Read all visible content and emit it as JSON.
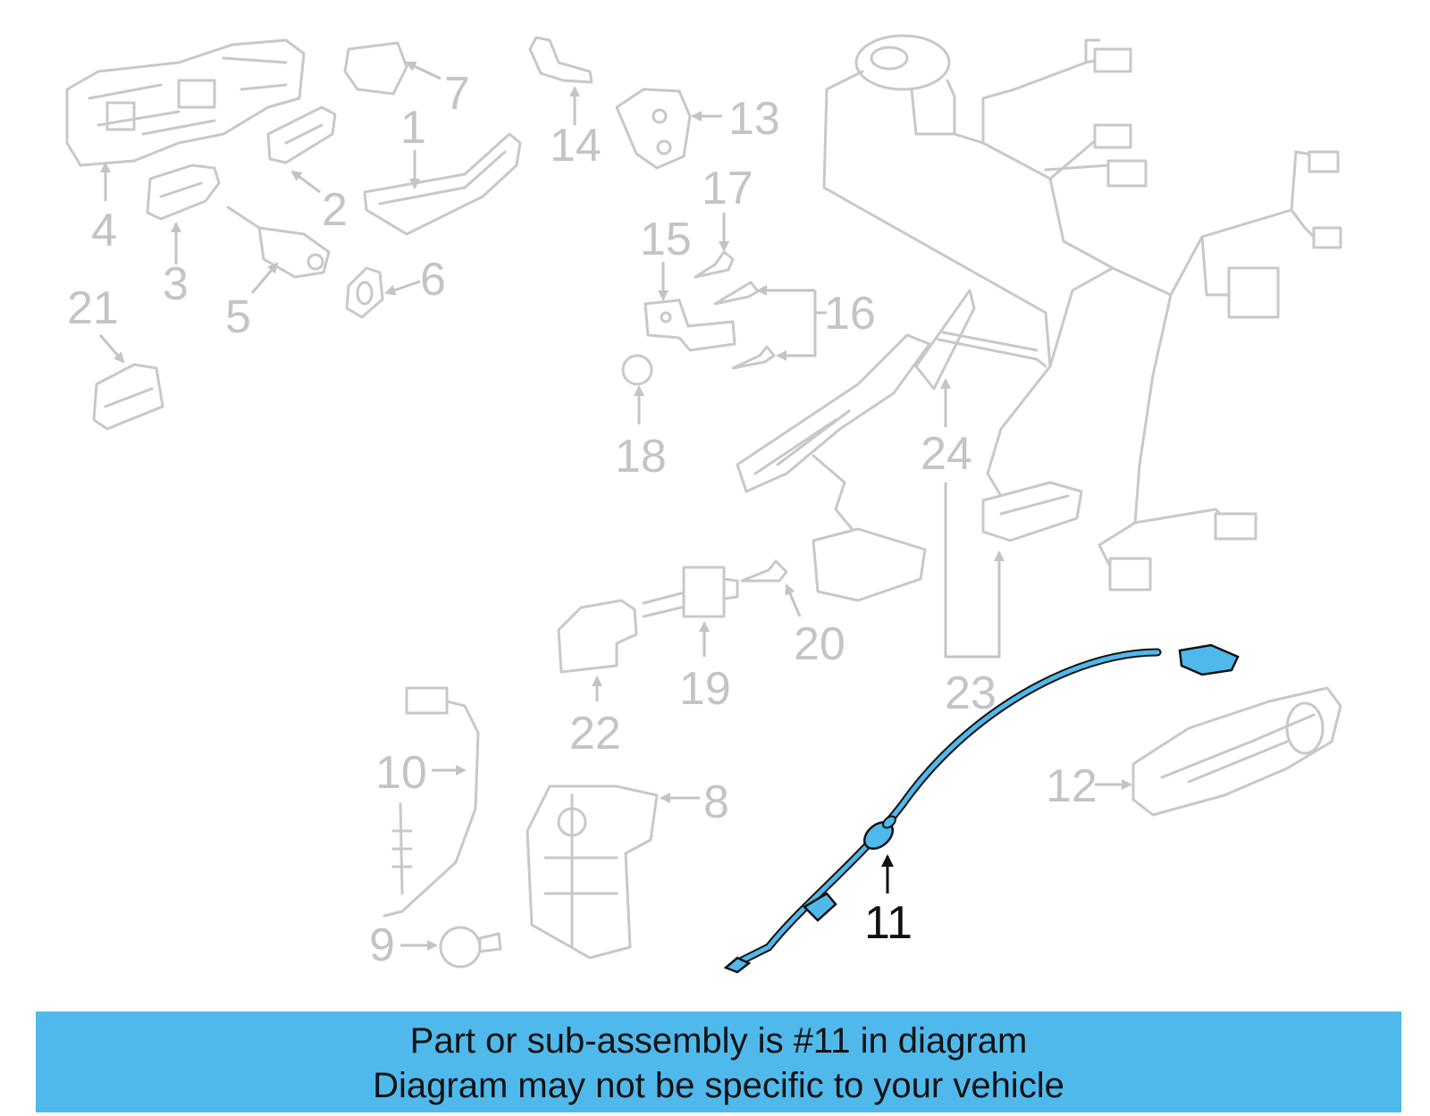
{
  "callouts": {
    "c1": "1",
    "c2": "2",
    "c3": "3",
    "c4": "4",
    "c5": "5",
    "c6": "6",
    "c7": "7",
    "c8": "8",
    "c9": "9",
    "c10": "10",
    "c11": "11",
    "c12": "12",
    "c13": "13",
    "c14": "14",
    "c15": "15",
    "c16": "16",
    "c17": "17",
    "c18": "18",
    "c19": "19",
    "c20": "20",
    "c21": "21",
    "c22": "22",
    "c23": "23",
    "c24": "24"
  },
  "highlight_color": "#4fb9ec",
  "banner": {
    "line1": "Part or sub-assembly is #11 in diagram",
    "line2": "Diagram may not be specific to your vehicle"
  }
}
